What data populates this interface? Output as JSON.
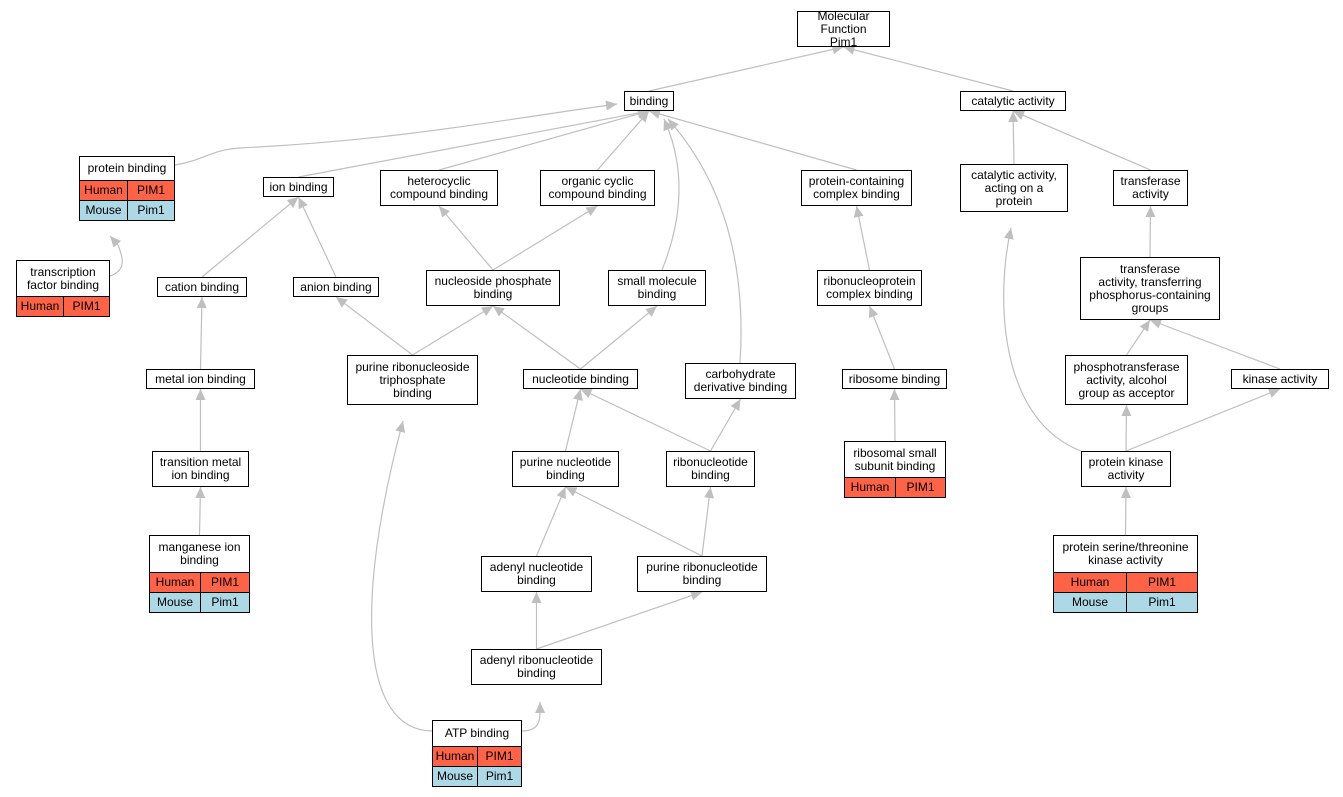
{
  "colors": {
    "human": "#ff6347",
    "mouse": "#add8e6",
    "edge": "#bfbfbf"
  },
  "nodes": [
    {
      "id": "mf",
      "label": "Molecular Function\nPim1"
    },
    {
      "id": "binding",
      "label": "binding"
    },
    {
      "id": "catalytic",
      "label": "catalytic activity"
    },
    {
      "id": "protein_binding",
      "label": "protein binding",
      "rows": [
        {
          "species": "Human",
          "gene": "PIM1"
        },
        {
          "species": "Mouse",
          "gene": "Pim1"
        }
      ]
    },
    {
      "id": "ion_binding",
      "label": "ion binding"
    },
    {
      "id": "heterocyclic",
      "label": "heterocyclic\ncompound binding"
    },
    {
      "id": "organic_cyclic",
      "label": "organic cyclic\ncompound binding"
    },
    {
      "id": "protein_complex",
      "label": "protein-containing\ncomplex binding"
    },
    {
      "id": "catalytic_protein",
      "label": "catalytic activity,\nacting on a\nprotein"
    },
    {
      "id": "transferase",
      "label": "transferase\nactivity"
    },
    {
      "id": "tf_binding",
      "label": "transcription\nfactor binding",
      "rows": [
        {
          "species": "Human",
          "gene": "PIM1"
        }
      ]
    },
    {
      "id": "cation_binding",
      "label": "cation binding"
    },
    {
      "id": "anion_binding",
      "label": "anion binding"
    },
    {
      "id": "nucleoside_phosphate",
      "label": "nucleoside phosphate\nbinding"
    },
    {
      "id": "small_molecule",
      "label": "small molecule\nbinding"
    },
    {
      "id": "rnp_complex",
      "label": "ribonucleoprotein\ncomplex binding"
    },
    {
      "id": "transferase_phos",
      "label": "transferase\nactivity, transferring\nphosphorus-containing\ngroups"
    },
    {
      "id": "metal_ion",
      "label": "metal ion binding"
    },
    {
      "id": "purine_rns_tp",
      "label": "purine ribonucleoside\ntriphosphate\nbinding"
    },
    {
      "id": "nucleotide_binding",
      "label": "nucleotide binding"
    },
    {
      "id": "carbohydrate_deriv",
      "label": "carbohydrate\nderivative binding"
    },
    {
      "id": "ribosome_binding",
      "label": "ribosome binding"
    },
    {
      "id": "phosphotransferase",
      "label": "phosphotransferase\nactivity, alcohol\ngroup as acceptor"
    },
    {
      "id": "kinase",
      "label": "kinase activity"
    },
    {
      "id": "transition_metal",
      "label": "transition metal\nion binding"
    },
    {
      "id": "purine_nucleotide",
      "label": "purine nucleotide\nbinding"
    },
    {
      "id": "ribonucleotide",
      "label": "ribonucleotide\nbinding"
    },
    {
      "id": "ribosomal_small",
      "label": "ribosomal small\nsubunit binding",
      "rows": [
        {
          "species": "Human",
          "gene": "PIM1"
        }
      ]
    },
    {
      "id": "protein_kinase",
      "label": "protein kinase\nactivity"
    },
    {
      "id": "manganese",
      "label": "manganese ion\nbinding",
      "rows": [
        {
          "species": "Human",
          "gene": "PIM1"
        },
        {
          "species": "Mouse",
          "gene": "Pim1"
        }
      ]
    },
    {
      "id": "adenyl_nucleotide",
      "label": "adenyl nucleotide\nbinding"
    },
    {
      "id": "purine_ribonucleotide",
      "label": "purine ribonucleotide\nbinding"
    },
    {
      "id": "ser_thr_kinase",
      "label": "protein serine/threonine\nkinase activity",
      "rows": [
        {
          "species": "Human",
          "gene": "PIM1"
        },
        {
          "species": "Mouse",
          "gene": "Pim1"
        }
      ]
    },
    {
      "id": "adenyl_ribonucleotide",
      "label": "adenyl ribonucleotide\nbinding"
    },
    {
      "id": "atp_binding",
      "label": "ATP binding",
      "rows": [
        {
          "species": "Human",
          "gene": "PIM1"
        },
        {
          "species": "Mouse",
          "gene": "Pim1"
        }
      ]
    }
  ],
  "edges": [
    [
      "binding",
      "mf"
    ],
    [
      "catalytic",
      "mf"
    ],
    [
      "protein_binding",
      "binding"
    ],
    [
      "ion_binding",
      "binding"
    ],
    [
      "heterocyclic",
      "binding"
    ],
    [
      "organic_cyclic",
      "binding"
    ],
    [
      "small_molecule",
      "binding"
    ],
    [
      "carbohydrate_deriv",
      "binding"
    ],
    [
      "protein_complex",
      "binding"
    ],
    [
      "catalytic_protein",
      "catalytic"
    ],
    [
      "transferase",
      "catalytic"
    ],
    [
      "tf_binding",
      "protein_binding"
    ],
    [
      "cation_binding",
      "ion_binding"
    ],
    [
      "anion_binding",
      "ion_binding"
    ],
    [
      "nucleoside_phosphate",
      "heterocyclic"
    ],
    [
      "nucleoside_phosphate",
      "organic_cyclic"
    ],
    [
      "rnp_complex",
      "protein_complex"
    ],
    [
      "transferase_phos",
      "transferase"
    ],
    [
      "metal_ion",
      "cation_binding"
    ],
    [
      "purine_rns_tp",
      "anion_binding"
    ],
    [
      "purine_rns_tp",
      "nucleoside_phosphate"
    ],
    [
      "nucleotide_binding",
      "nucleoside_phosphate"
    ],
    [
      "nucleotide_binding",
      "small_molecule"
    ],
    [
      "ribosome_binding",
      "rnp_complex"
    ],
    [
      "phosphotransferase",
      "transferase_phos"
    ],
    [
      "kinase",
      "transferase_phos"
    ],
    [
      "transition_metal",
      "metal_ion"
    ],
    [
      "purine_nucleotide",
      "nucleotide_binding"
    ],
    [
      "ribonucleotide",
      "nucleotide_binding"
    ],
    [
      "ribonucleotide",
      "carbohydrate_deriv"
    ],
    [
      "ribosomal_small",
      "ribosome_binding"
    ],
    [
      "protein_kinase",
      "catalytic_protein"
    ],
    [
      "protein_kinase",
      "phosphotransferase"
    ],
    [
      "protein_kinase",
      "kinase"
    ],
    [
      "manganese",
      "transition_metal"
    ],
    [
      "adenyl_nucleotide",
      "purine_nucleotide"
    ],
    [
      "purine_ribonucleotide",
      "purine_nucleotide"
    ],
    [
      "purine_ribonucleotide",
      "ribonucleotide"
    ],
    [
      "ser_thr_kinase",
      "protein_kinase"
    ],
    [
      "adenyl_ribonucleotide",
      "adenyl_nucleotide"
    ],
    [
      "adenyl_ribonucleotide",
      "purine_ribonucleotide"
    ],
    [
      "atp_binding",
      "adenyl_ribonucleotide"
    ],
    [
      "atp_binding",
      "purine_rns_tp"
    ]
  ]
}
